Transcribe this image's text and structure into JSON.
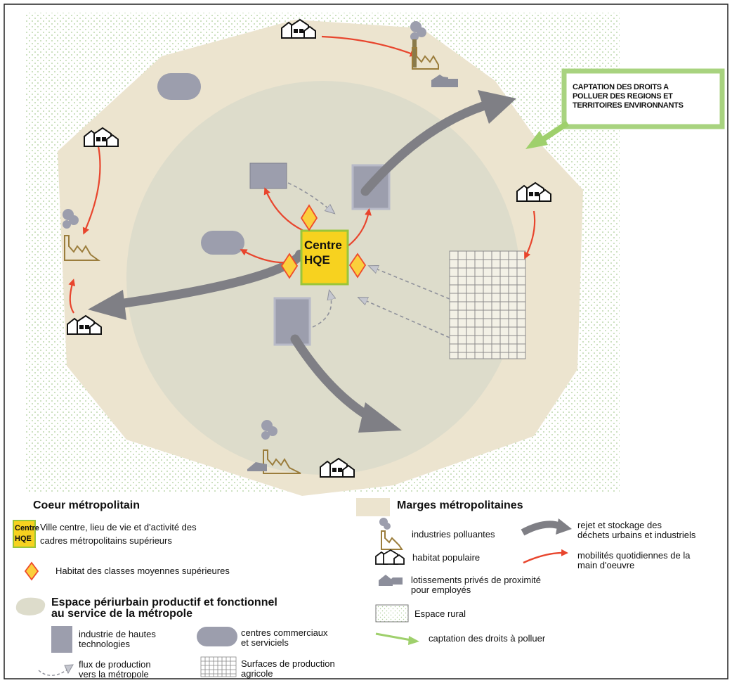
{
  "map": {
    "centre_label_line1": "Centre",
    "centre_label_line2": "HQE",
    "callout_text_line1": "CAPTATION DES DROITS A",
    "callout_text_line2": "POLLUER DES REGIONS ET",
    "callout_text_line3": "TERRITOIRES ENVIRONNANTS"
  },
  "legend": {
    "coeur_title": "Coeur métropolitain",
    "marges_title": "Marges métropolitaines",
    "centre_swatch_line1": "Centre",
    "centre_swatch_line2": "HQE",
    "centre_desc_line1": "Ville centre, lieu de vie et d'activité des",
    "centre_desc_line2": "cadres métropolitains supérieurs",
    "habitat_classes": "Habitat des classes moyennes supérieures",
    "periurbain_line1": "Espace périurbain productif et fonctionnel",
    "periurbain_line2": "au service de la métropole",
    "industrie_ht_line1": "industrie de hautes",
    "industrie_ht_line2": "technologies",
    "centres_comm_line1": "centres commerciaux",
    "centres_comm_line2": "et serviciels",
    "flux_line1": "flux de production",
    "flux_line2": "vers la métropole",
    "surfaces_line1": "Surfaces de production",
    "surfaces_line2": "agricole",
    "industries_polluantes": "industries polluantes",
    "habitat_populaire": "habitat populaire",
    "lotissements_line1": "lotissements privés de proximité",
    "lotissements_line2": "pour employés",
    "espace_rural": "Espace rural",
    "captation": "captation des droits à polluer",
    "rejet_line1": "rejet et stockage des",
    "rejet_line2": "déchets urbains et industriels",
    "mobilites_line1": "mobilités quotidiennes de la",
    "mobilites_line2": "main d'oeuvre"
  },
  "colors": {
    "marge": "#ece4cf",
    "periurbain": "#dddccb",
    "centre_fill": "#f7d21f",
    "centre_border": "#9ac53a",
    "diamond_fill": "#fbcf3c",
    "diamond_stroke": "#ee4b2b",
    "red_arrow": "#e8452d",
    "grey_arrow": "#7f7f85",
    "green_arrow": "#9fd06c",
    "tech_block": "#9c9ead",
    "mall": "#9c9ead",
    "grid": "#888888",
    "rural_dots": "#b9d4a6",
    "callout_border": "#a8d37f"
  }
}
